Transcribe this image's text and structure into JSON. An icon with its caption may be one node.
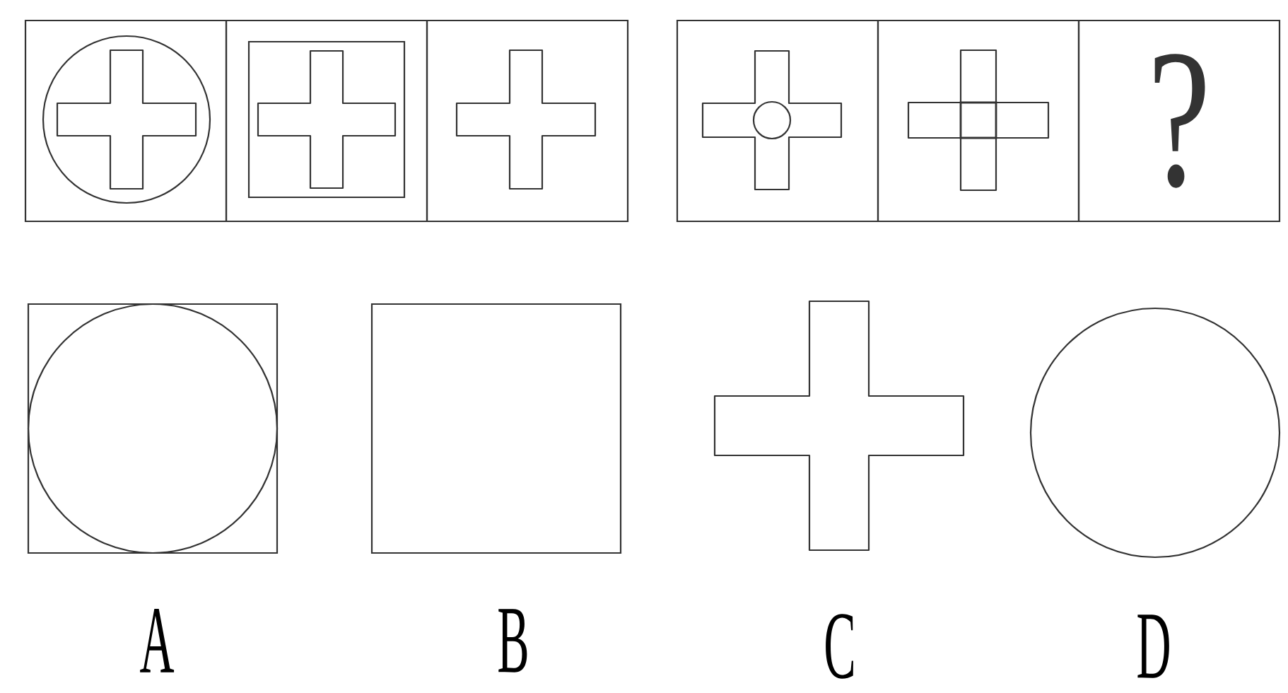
{
  "diagram": {
    "nodes": [
      {
        "text": [],
        "shape": "box"
      },
      {
        "text": [],
        "shape": "circle",
        "in": 0
      },
      {
        "text": [],
        "shape": "cross",
        "in": 1
      },
      {
        "text": [],
        "shape": "box"
      },
      {
        "text": [],
        "shape": "box",
        "in": 3
      },
      {
        "text": [],
        "shape": "cross",
        "in": 4
      },
      {
        "text": [],
        "shape": "box"
      },
      {
        "text": [],
        "shape": "cross",
        "in": 6
      },
      {
        "text": [],
        "shape": "box"
      },
      {
        "text": [],
        "shape": "cross",
        "in": 8
      },
      {
        "text": [],
        "shape": "circle",
        "in": 9
      },
      {
        "text": [],
        "shape": "box"
      },
      {
        "text": [],
        "shape": "cross",
        "in": 11
      },
      {
        "text": [],
        "shape": "box",
        "in": 12
      },
      {
        "text": [
          "?"
        ]
      },
      {
        "text": [],
        "shape": "box",
        "beside": [
          "A"
        ]
      },
      {
        "text": [],
        "shape": "box",
        "beside": [
          "B"
        ]
      },
      {
        "text": [],
        "shape": "cross",
        "beside": [
          "C"
        ]
      },
      {
        "text": [],
        "shape": "circle",
        "beside": [
          "D"
        ]
      }
    ]
  }
}
